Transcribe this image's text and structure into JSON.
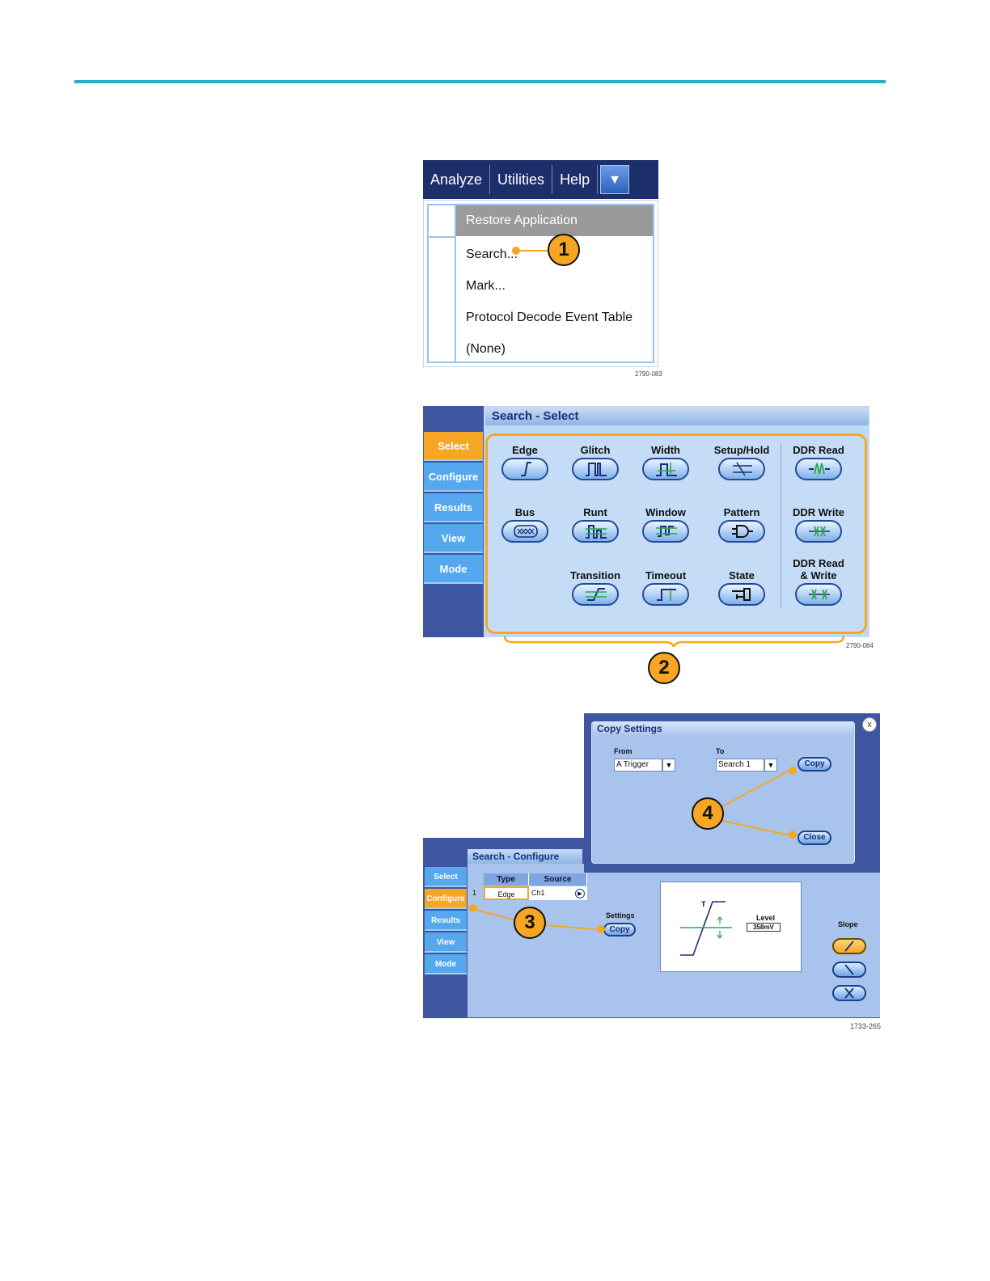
{
  "figure1": {
    "menubar": [
      "Analyze",
      "Utilities",
      "Help"
    ],
    "dropdown_arrow": "▼",
    "menu_header": "Restore Application",
    "menu_items": [
      "Search...",
      "Mark...",
      "Protocol Decode Event Table",
      "(None)"
    ],
    "callout": "1",
    "figure_number": "2790-083"
  },
  "figure2": {
    "title": "Search - Select",
    "side_tabs": [
      "Select",
      "Configure",
      "Results",
      "View",
      "Mode"
    ],
    "search_types": [
      "Edge",
      "Glitch",
      "Width",
      "Setup/Hold",
      "DDR Read",
      "Bus",
      "Runt",
      "Window",
      "Pattern",
      "DDR Write",
      "Transition",
      "Timeout",
      "State"
    ],
    "ddr_read_write": [
      "DDR Read",
      "& Write"
    ],
    "callout": "2",
    "figure_number": "2790-084"
  },
  "figure3": {
    "title": "Search - Configure",
    "side_tabs": [
      "Select",
      "Configure",
      "Results",
      "View",
      "Mode"
    ],
    "table_headers": [
      "Type",
      "Source"
    ],
    "row_index": "1",
    "row_type": "Edge",
    "row_source": "Ch1",
    "settings_label": "Settings",
    "copy_button": "Copy",
    "preview_t": "T",
    "level_label": "Level",
    "level_value": "358mV",
    "slope_label": "Slope",
    "callout3": "3",
    "copy_dialog": {
      "title": "Copy Settings",
      "from_label": "From",
      "from_value": "A Trigger",
      "to_label": "To",
      "to_value": "Search 1",
      "copy_button": "Copy",
      "close_button": "Close",
      "close_x": "x"
    },
    "callout4": "4",
    "figure_number": "1733-265"
  },
  "colors": {
    "rule": "#28aec8",
    "callout": "#f6a623",
    "navy": "#1c2f6a",
    "panel_blue": "#3e56a0"
  }
}
